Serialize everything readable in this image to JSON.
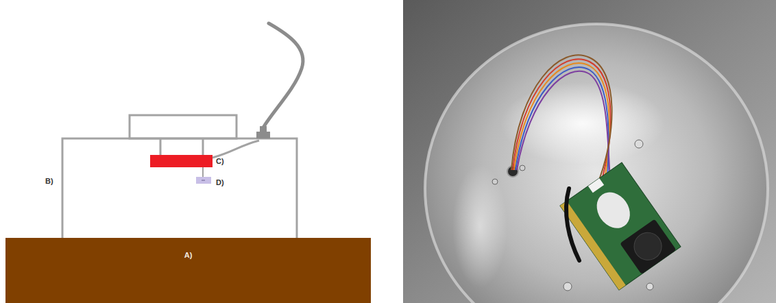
{
  "diagram": {
    "nodes": [
      {
        "text": [
          "A)"
        ]
      }
    ],
    "labels": [
      "B)",
      "C)",
      "D)"
    ]
  }
}
